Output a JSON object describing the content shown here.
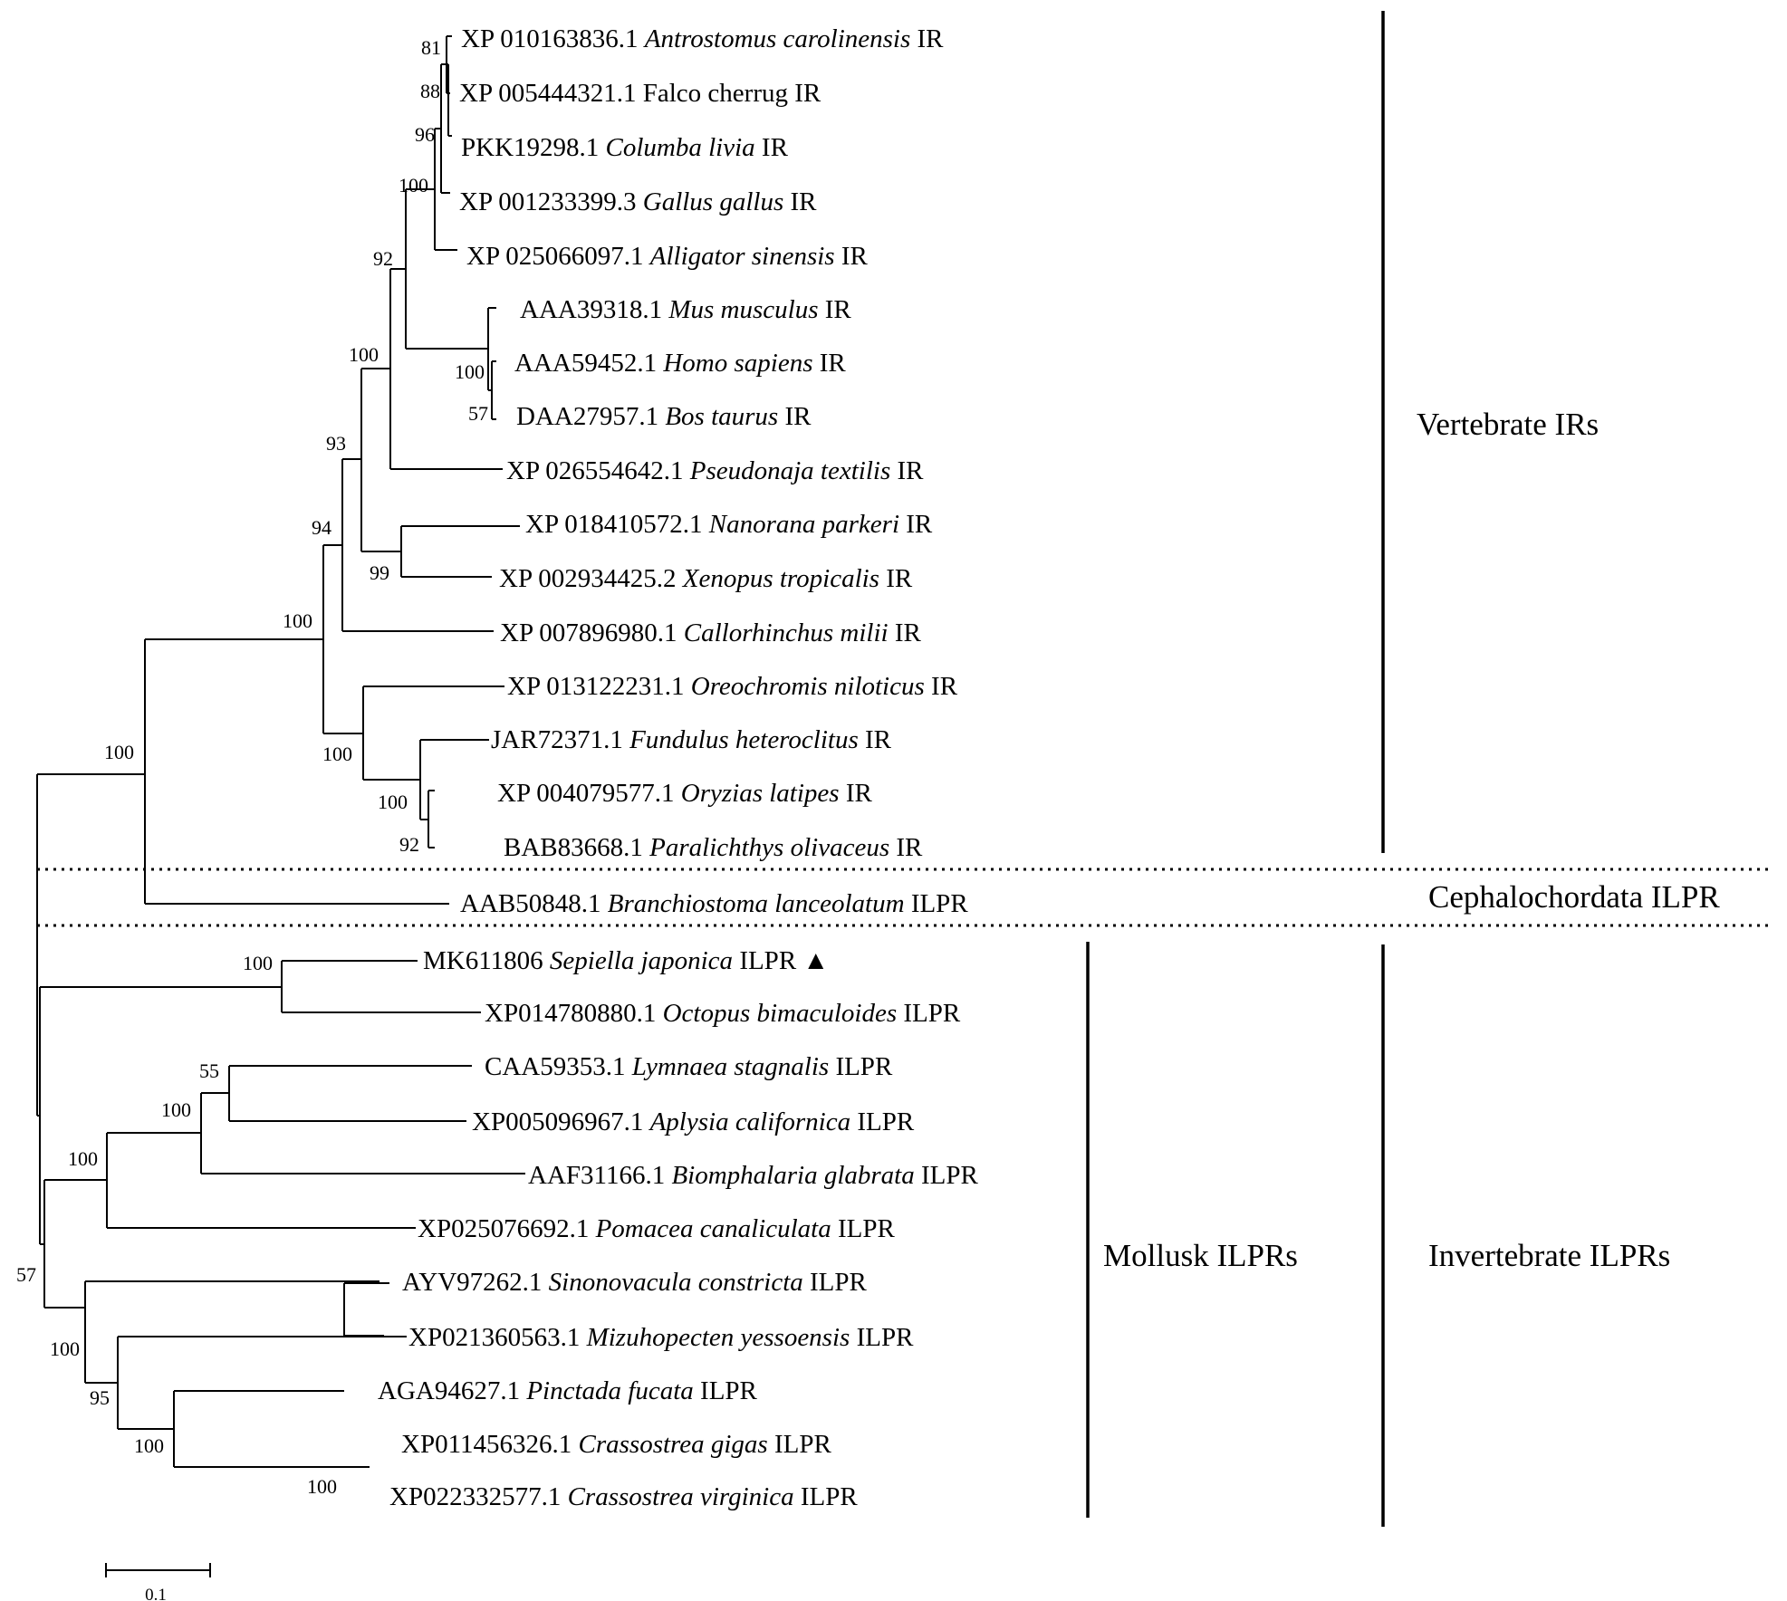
{
  "taxa": [
    {
      "id": "XP 010163836.1",
      "species": "Antrostomus carolinensis",
      "italic": true,
      "suffix": "IR"
    },
    {
      "id": "XP 005444321.1",
      "species": "Falco cherrug",
      "italic": false,
      "suffix": "IR"
    },
    {
      "id": "PKK19298.1",
      "species": "Columba livia",
      "italic": true,
      "suffix": "IR"
    },
    {
      "id": "XP 001233399.3",
      "species": "Gallus gallus",
      "italic": true,
      "suffix": "IR"
    },
    {
      "id": "XP 025066097.1",
      "species": "Alligator sinensis",
      "italic": true,
      "suffix": "IR"
    },
    {
      "id": "AAA39318.1",
      "species": "Mus musculus",
      "italic": true,
      "suffix": "IR"
    },
    {
      "id": "AAA59452.1",
      "species": "Homo sapiens",
      "italic": true,
      "suffix": "IR"
    },
    {
      "id": "DAA27957.1",
      "species": "Bos taurus",
      "italic": true,
      "suffix": "IR"
    },
    {
      "id": "XP 026554642.1",
      "species": "Pseudonaja textilis",
      "italic": true,
      "suffix": "IR"
    },
    {
      "id": "XP 018410572.1",
      "species": "Nanorana parkeri",
      "italic": true,
      "suffix": "IR"
    },
    {
      "id": "XP 002934425.2",
      "species": "Xenopus tropicalis",
      "italic": true,
      "suffix": "IR"
    },
    {
      "id": "XP 007896980.1",
      "species": "Callorhinchus milii",
      "italic": true,
      "suffix": "IR"
    },
    {
      "id": "XP 013122231.1",
      "species": "Oreochromis niloticus",
      "italic": true,
      "suffix": "IR"
    },
    {
      "id": "JAR72371.1",
      "species": "Fundulus heteroclitus",
      "italic": true,
      "suffix": "IR"
    },
    {
      "id": "XP 004079577.1",
      "species": "Oryzias latipes",
      "italic": true,
      "suffix": "IR"
    },
    {
      "id": "BAB83668.1",
      "species": "Paralichthys olivaceus",
      "italic": true,
      "suffix": "IR"
    },
    {
      "id": "AAB50848.1",
      "species": "Branchiostoma lanceolatum",
      "italic": true,
      "suffix": "ILPR"
    },
    {
      "id": "MK611806",
      "species": "Sepiella japonica",
      "italic": true,
      "suffix": "ILPR ▲"
    },
    {
      "id": "XP014780880.1",
      "species": "Octopus bimaculoides",
      "italic": true,
      "suffix": "ILPR"
    },
    {
      "id": "CAA59353.1",
      "species": "Lymnaea stagnalis",
      "italic": true,
      "suffix": "ILPR"
    },
    {
      "id": "XP005096967.1",
      "species": "Aplysia californica",
      "italic": true,
      "suffix": "ILPR"
    },
    {
      "id": "AAF31166.1",
      "species": "Biomphalaria glabrata",
      "italic": true,
      "suffix": "ILPR"
    },
    {
      "id": "XP025076692.1",
      "species": "Pomacea canaliculata",
      "italic": true,
      "suffix": "ILPR"
    },
    {
      "id": "AYV97262.1",
      "species": "Sinonovacula constricta",
      "italic": true,
      "suffix": "ILPR"
    },
    {
      "id": "XP021360563.1",
      "species": "Mizuhopecten yessoensis",
      "italic": true,
      "suffix": "ILPR"
    },
    {
      "id": "AGA94627.1",
      "species": "Pinctada fucata",
      "italic": true,
      "suffix": "ILPR"
    },
    {
      "id": "XP011456326.1",
      "species": "Crassostrea gigas",
      "italic": true,
      "suffix": "ILPR"
    },
    {
      "id": "XP022332577.1",
      "species": "Crassostrea virginica",
      "italic": true,
      "suffix": "ILPR"
    }
  ],
  "bootstrap": [
    "81",
    "88",
    "96",
    "100",
    "92",
    "100",
    "57",
    "100",
    "93",
    "94",
    "99",
    "100",
    "100",
    "100",
    "100",
    "92",
    "100",
    "55",
    "100",
    "100",
    "57",
    "100",
    "95",
    "100",
    "100"
  ],
  "groups": {
    "vertebrate": "Vertebrate IRs",
    "cephalochordata": "Cephalochordata ILPR",
    "mollusk": "Mollusk ILPRs",
    "invertebrate": "Invertebrate ILPRs"
  },
  "scale_bar": "0.1"
}
